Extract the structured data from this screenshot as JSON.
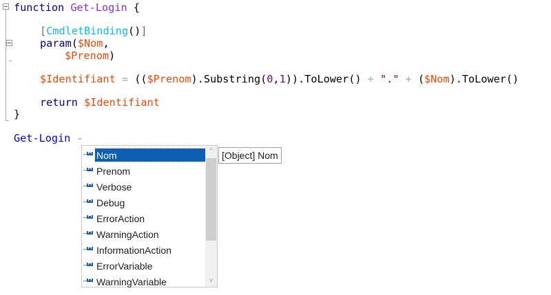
{
  "editor": {
    "lines": {
      "l1": {
        "kw": "function",
        "fn": "Get-Login",
        "brace": "{"
      },
      "l3": {
        "open": "[",
        "attr": "CmdletBinding",
        "parens": "()",
        "close": "]"
      },
      "l4": {
        "kw": "param",
        "open": "(",
        "var": "$Nom",
        "comma": ","
      },
      "l5": {
        "var": "$Prenom",
        "close": ")"
      },
      "l7": {
        "var1": "$Identifiant",
        "eq": "=",
        "open2": "((",
        "var2": "$Prenom",
        "close1": ").",
        "method1": "Substring",
        "paren_open": "(",
        "num0": "0",
        "comma": ",",
        "num1": "1",
        "close2": ")).",
        "method2": "ToLower",
        "call": "()",
        "plus1": "+",
        "str": "\".\"",
        "plus2": "+",
        "open3": "(",
        "var3": "$Nom",
        "close3": ").",
        "method3": "ToLower",
        "call2": "()"
      },
      "l9": {
        "kw": "return",
        "var": "$Identifiant"
      },
      "l10": {
        "brace": "}"
      },
      "l12": {
        "cmd": "Get-Login",
        "dash": "-"
      }
    }
  },
  "completion": {
    "items": [
      {
        "label": "Nom",
        "icon": "parameter-icon",
        "selected": true
      },
      {
        "label": "Prenom",
        "icon": "parameter-icon"
      },
      {
        "label": "Verbose",
        "icon": "parameter-icon"
      },
      {
        "label": "Debug",
        "icon": "parameter-icon"
      },
      {
        "label": "ErrorAction",
        "icon": "parameter-icon"
      },
      {
        "label": "WarningAction",
        "icon": "parameter-icon"
      },
      {
        "label": "InformationAction",
        "icon": "parameter-icon"
      },
      {
        "label": "ErrorVariable",
        "icon": "parameter-icon"
      },
      {
        "label": "WarningVariable",
        "icon": "parameter-icon"
      }
    ],
    "scroll_up": "^",
    "scroll_down": "v",
    "tooltip": "[Object] Nom"
  },
  "colors": {
    "selection": "#0b5fb4",
    "keyword": "#00008b",
    "function_name": "#8a2be2",
    "attribute": "#00bfff",
    "variable": "#ff4500",
    "number": "#800080",
    "string": "#8b0000",
    "command": "#0000ff"
  }
}
